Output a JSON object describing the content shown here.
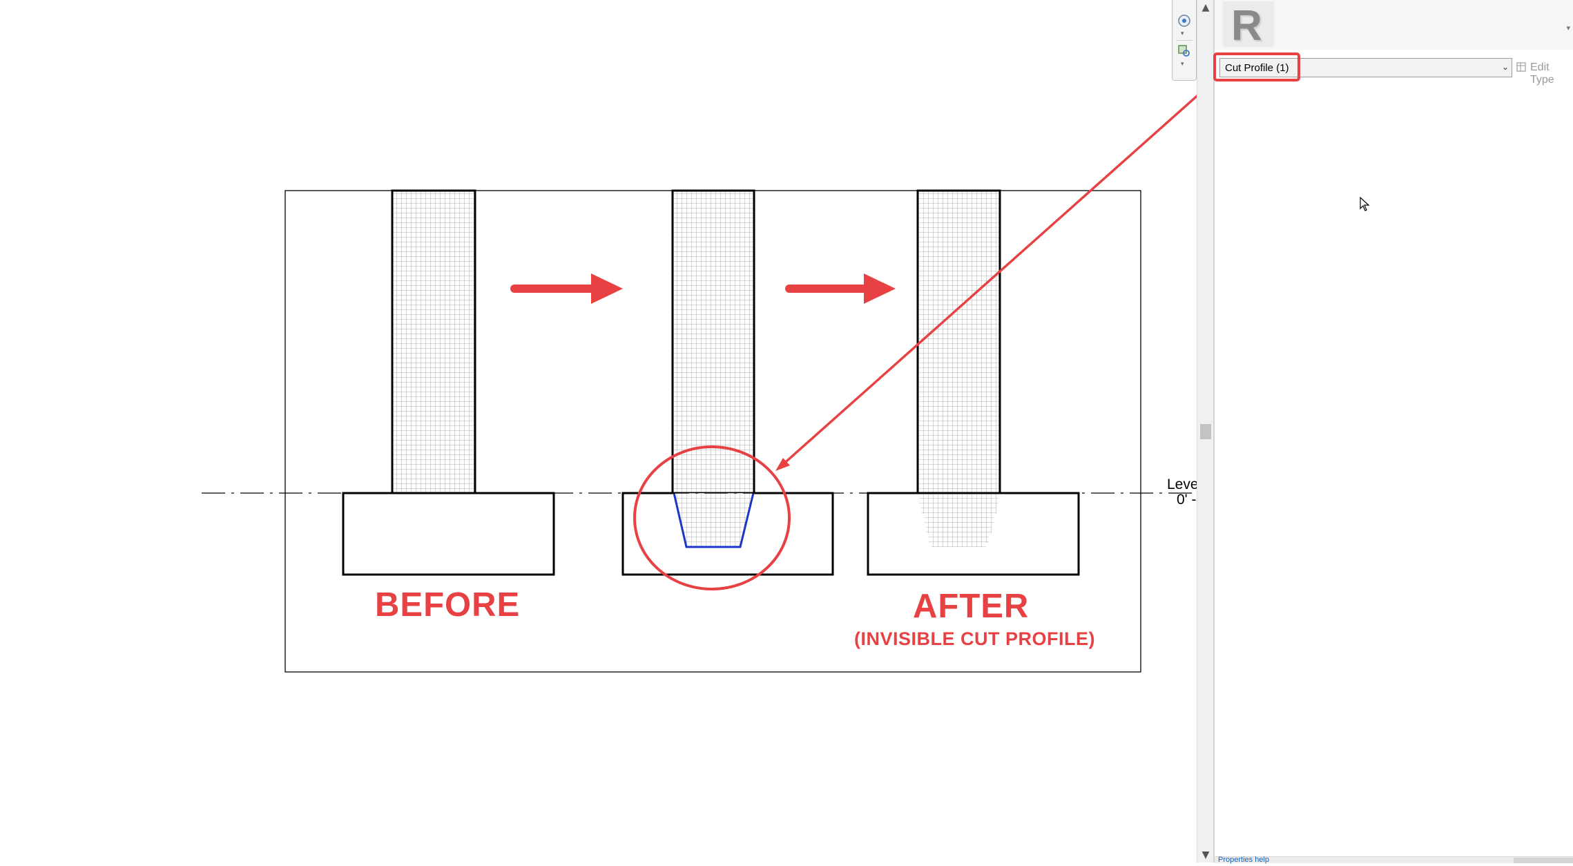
{
  "drawing": {
    "before_label": "BEFORE",
    "after_label": "AFTER",
    "after_sublabel": "(INVISIBLE CUT PROFILE)",
    "level_name": "Leve",
    "level_elevation": "0' -"
  },
  "properties": {
    "type_selector_value": "Cut Profile (1)",
    "edit_type_label": "Edit Type",
    "footer_link": "Properties help"
  },
  "scrollbar": {
    "up_arrow": "▲",
    "down_arrow": "▼"
  },
  "colors": {
    "annotation_red": "#e84143",
    "profile_blue": "#1a35c8"
  },
  "icons": [
    "steering-wheel-icon",
    "zoom-region-icon",
    "revit-logo-icon",
    "edit-type-icon",
    "mouse-cursor-icon"
  ]
}
